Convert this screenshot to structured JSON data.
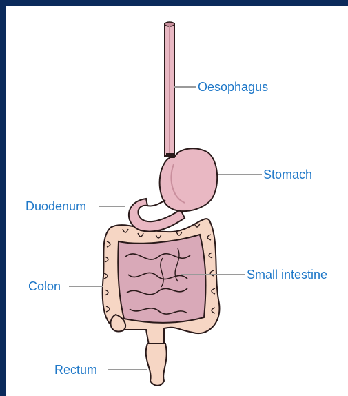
{
  "labels": {
    "oesophagus": "Oesophagus",
    "stomach": "Stomach",
    "duodenum": "Duodenum",
    "small_intestine": "Small intestine",
    "colon": "Colon",
    "rectum": "Rectum"
  },
  "colors": {
    "frame": "#0b2a5b",
    "label_text": "#1f78c8",
    "leader_line": "#9a9a9a",
    "stomach_fill": "#e9b8c3",
    "colon_fill": "#f6d6c4",
    "intestine_fill": "#d9a9b8",
    "outline": "#2a1a1a"
  }
}
